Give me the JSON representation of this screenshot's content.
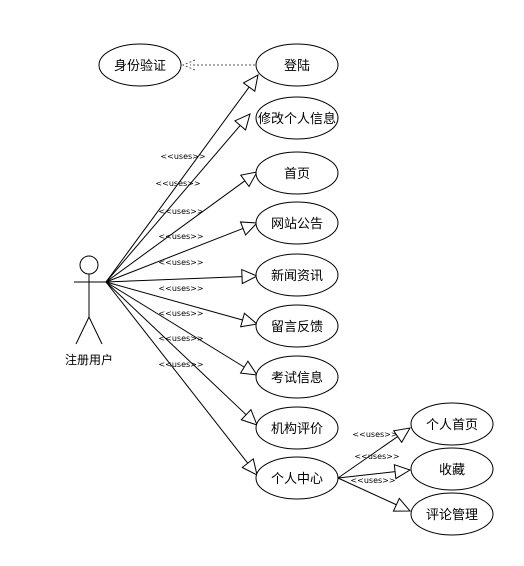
{
  "actor": {
    "label": "注册用户"
  },
  "auth": {
    "label": "身份验证"
  },
  "use_cases": [
    {
      "id": "login",
      "label": "登陆",
      "stereotype": ""
    },
    {
      "id": "edit-profile",
      "label": "修改个人信息",
      "stereotype": "<<uses>>"
    },
    {
      "id": "home",
      "label": "首页",
      "stereotype": "<<uses>>"
    },
    {
      "id": "announcement",
      "label": "网站公告",
      "stereotype": "<<uses>>"
    },
    {
      "id": "news",
      "label": "新闻资讯",
      "stereotype": "<<uses>>"
    },
    {
      "id": "feedback",
      "label": "留言反馈",
      "stereotype": "<<uses>>"
    },
    {
      "id": "exam-info",
      "label": "考试信息",
      "stereotype": "<<uses>>"
    },
    {
      "id": "org-review",
      "label": "机构评价",
      "stereotype": "<<uses>>"
    },
    {
      "id": "personal-center",
      "label": "个人中心",
      "stereotype": "<<uses>>"
    }
  ],
  "sub_use_cases": [
    {
      "id": "personal-home",
      "label": "个人首页",
      "stereotype": "<<uses>>"
    },
    {
      "id": "favorites",
      "label": "收藏",
      "stereotype": "<<uses>>"
    },
    {
      "id": "comment-mgmt",
      "label": "评论管理",
      "stereotype": "<<uses>>"
    }
  ]
}
